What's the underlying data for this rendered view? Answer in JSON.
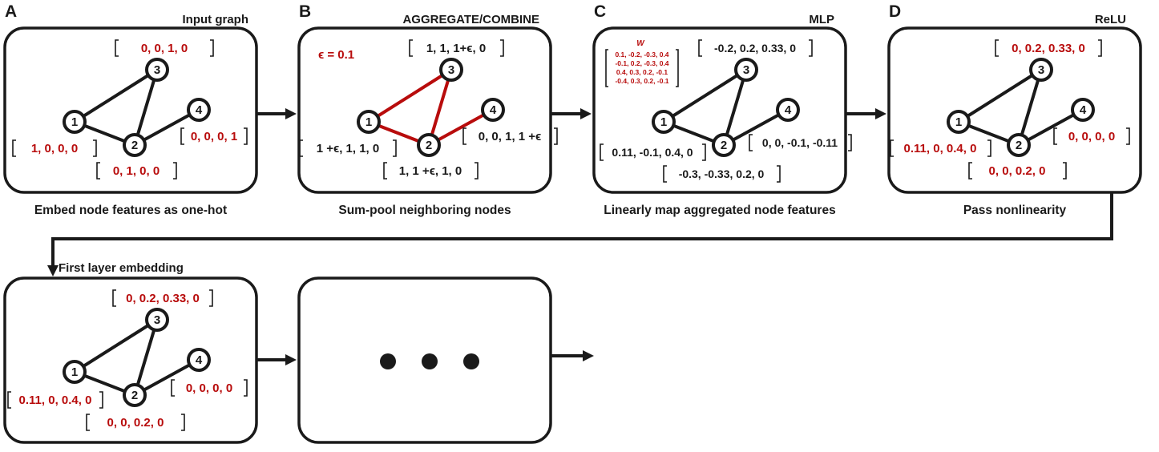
{
  "panels": [
    {
      "id": "A",
      "letter": "A",
      "title": "Input graph",
      "caption": "Embed node features as one-hot",
      "highlight_edges": false,
      "vectors": {
        "n3": {
          "text": "0,  0,  1,  0",
          "color": "red"
        },
        "n1": {
          "text": "1,  0,  0,  0",
          "color": "red"
        },
        "n2": {
          "text": "0,  1,  0,  0",
          "color": "red"
        },
        "n4": {
          "text": "0,  0,  0,  1",
          "color": "red"
        }
      }
    },
    {
      "id": "B",
      "letter": "B",
      "title": "AGGREGATE/COMBINE",
      "caption": "Sum-pool neighboring nodes",
      "highlight_edges": true,
      "epsilon": "ϵ = 0.1",
      "vectors": {
        "n3": {
          "text": "1,  1,  1+ϵ,  0",
          "color": "black"
        },
        "n1": {
          "text": "1 +ϵ,  1,  1,  0",
          "color": "black"
        },
        "n2": {
          "text": "1,  1 +ϵ,  1,  0",
          "color": "black"
        },
        "n4": {
          "text": "0,  0,  1,  1 +ϵ",
          "color": "black"
        }
      }
    },
    {
      "id": "C",
      "letter": "C",
      "title": "MLP",
      "caption": "Linearly map aggregated node features",
      "highlight_edges": false,
      "weight_title": "W",
      "weight_rows": [
        "0.1, -0.2, -0.3, 0.4",
        "-0.1, 0.2, -0.3, 0.4",
        "0.4, 0.3, 0.2, -0.1",
        "-0.4, 0.3, 0.2, -0.1"
      ],
      "vectors": {
        "n3": {
          "text": "-0.2, 0.2, 0.33, 0",
          "color": "black"
        },
        "n1": {
          "text": "0.11, -0.1, 0.4, 0",
          "color": "black"
        },
        "n2": {
          "text": "-0.3, -0.33, 0.2, 0",
          "color": "black"
        },
        "n4": {
          "text": "0, 0, -0.1, -0.11",
          "color": "black"
        }
      }
    },
    {
      "id": "D",
      "letter": "D",
      "title": "ReLU",
      "caption": "Pass nonlinearity",
      "highlight_edges": false,
      "vectors": {
        "n3": {
          "text": "0, 0.2, 0.33, 0",
          "color": "red"
        },
        "n1": {
          "text": "0.11, 0, 0.4, 0",
          "color": "red"
        },
        "n2": {
          "text": "0,  0,  0.2,  0",
          "color": "red"
        },
        "n4": {
          "text": "0,  0,  0,  0",
          "color": "red"
        }
      }
    },
    {
      "id": "E",
      "letter": "",
      "title": "First layer embedding",
      "caption": "",
      "highlight_edges": false,
      "vectors": {
        "n3": {
          "text": "0, 0.2, 0.33, 0",
          "color": "red"
        },
        "n1": {
          "text": "0.11, 0, 0.4, 0",
          "color": "red"
        },
        "n2": {
          "text": "0,  0,  0.2,  0",
          "color": "red"
        },
        "n4": {
          "text": "0,  0,  0,  0",
          "color": "red"
        }
      }
    }
  ],
  "node_labels": [
    "1",
    "2",
    "3",
    "4"
  ],
  "edges": [
    [
      "1",
      "3"
    ],
    [
      "1",
      "2"
    ],
    [
      "2",
      "3"
    ],
    [
      "2",
      "4"
    ]
  ],
  "continuation": {
    "dot_count": 3
  },
  "colors": {
    "accent_red": "#b80c0c",
    "ink": "#1a1a1a"
  }
}
